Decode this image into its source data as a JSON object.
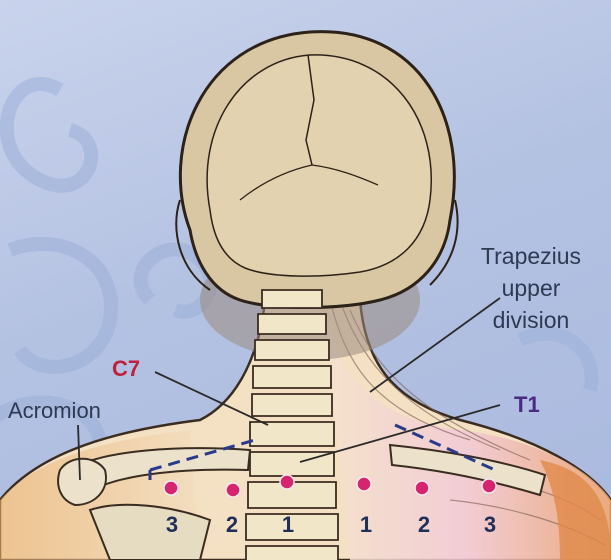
{
  "labels": {
    "trapezius": [
      "Trapezius",
      "upper",
      "division"
    ],
    "c7": "C7",
    "t1": "T1",
    "acromion": "Acromion"
  },
  "point_numbers": {
    "left": [
      "3",
      "2",
      "1"
    ],
    "right": [
      "1",
      "2",
      "3"
    ]
  },
  "colors": {
    "point": "#d6246e",
    "c7_label": "#c0203a",
    "t1_label": "#4b2a82",
    "dashed_line": "#2a3a8a",
    "background": "#b8c6e2"
  }
}
